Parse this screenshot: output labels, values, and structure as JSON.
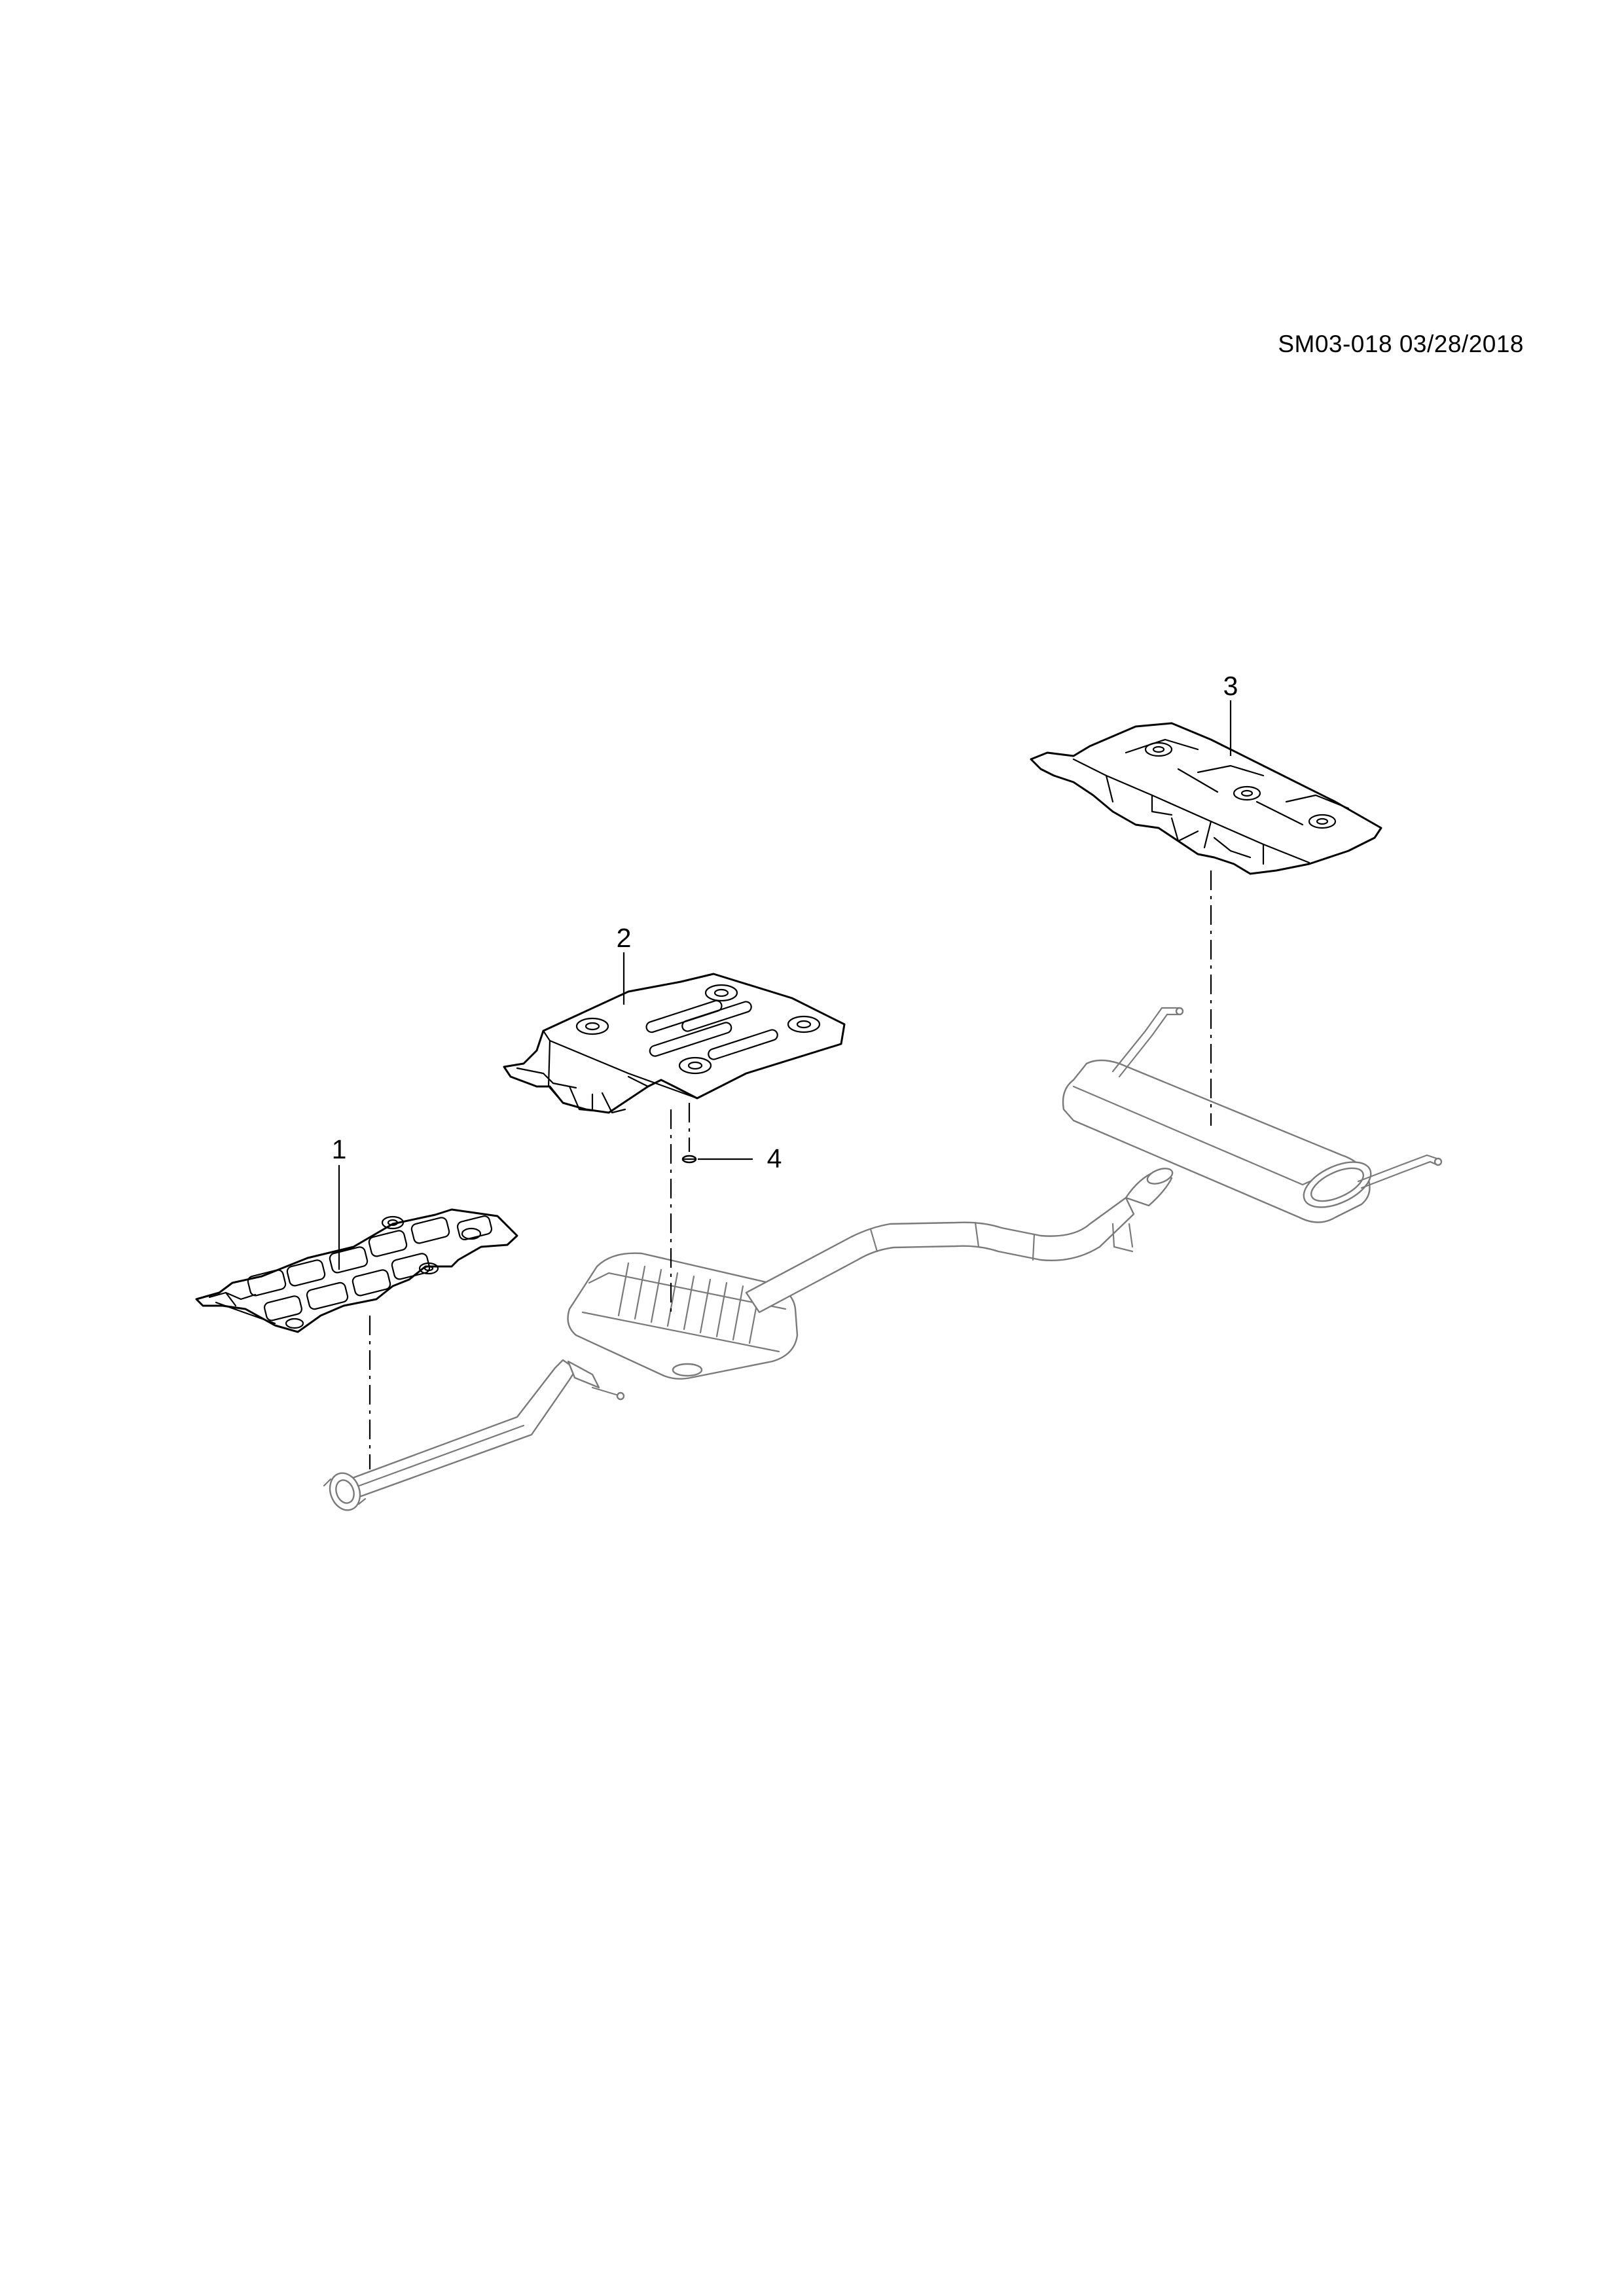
{
  "header": {
    "doc_id": "SM03-018 03/28/2018"
  },
  "callouts": [
    {
      "number": "1",
      "part": "heat-shield-front"
    },
    {
      "number": "2",
      "part": "heat-shield-center"
    },
    {
      "number": "3",
      "part": "heat-shield-rear"
    },
    {
      "number": "4",
      "part": "fastener"
    }
  ]
}
